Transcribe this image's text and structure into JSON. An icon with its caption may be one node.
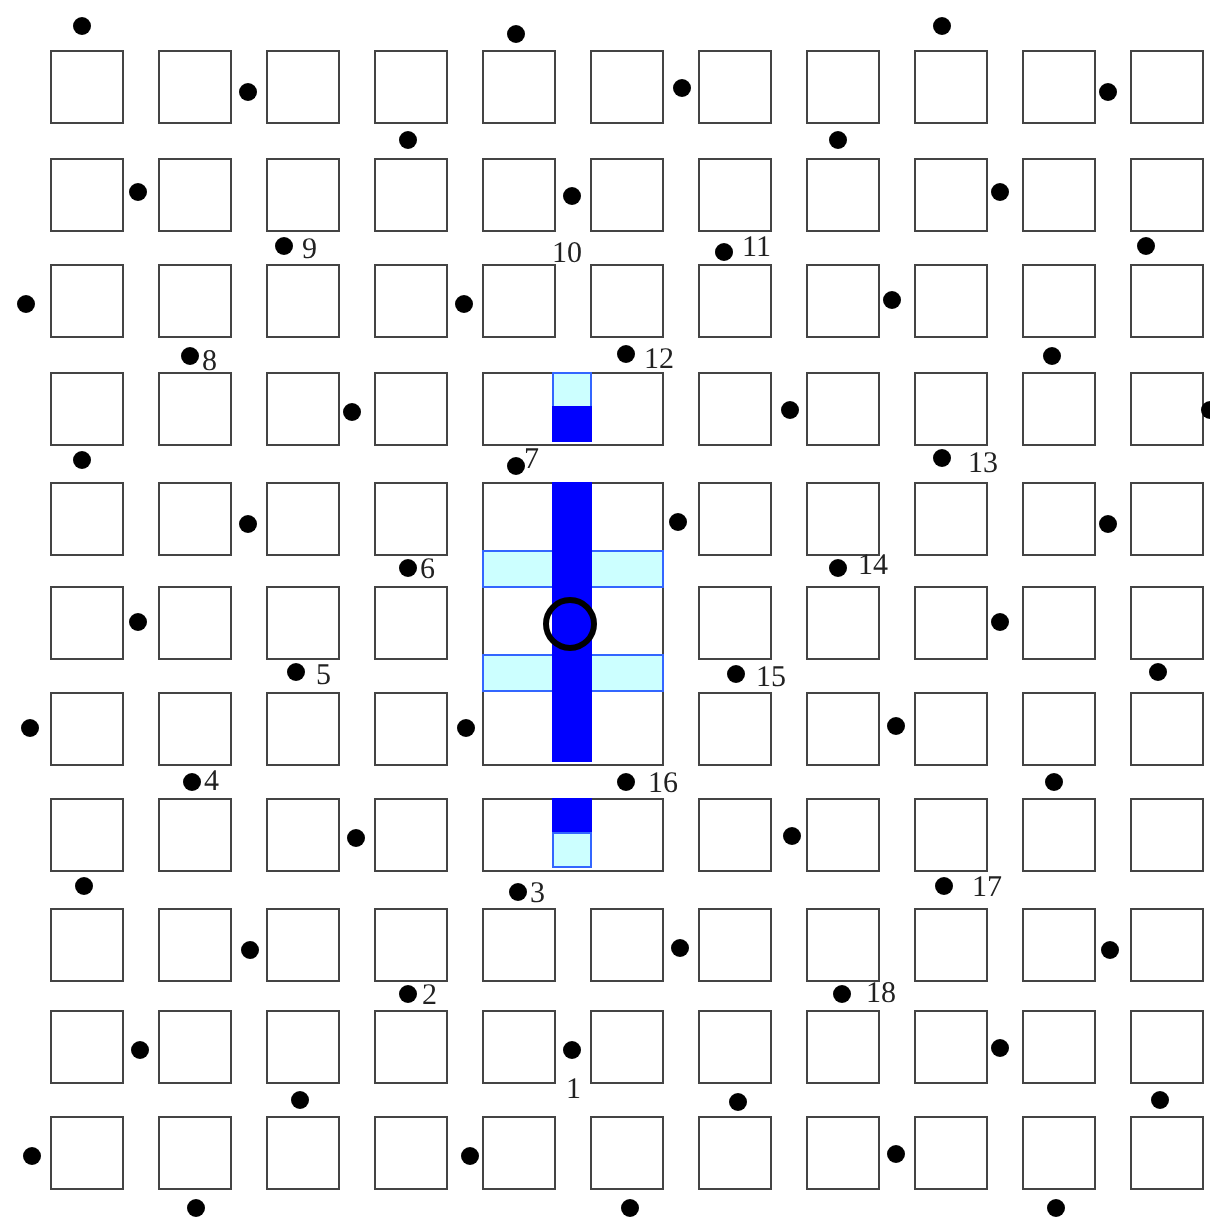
{
  "diagram": {
    "labels": [
      "9",
      "10",
      "11",
      "8",
      "12",
      "7",
      "13",
      "6",
      "14",
      "5",
      "15",
      "4",
      "16",
      "3",
      "17",
      "2",
      "18",
      "1"
    ]
  }
}
